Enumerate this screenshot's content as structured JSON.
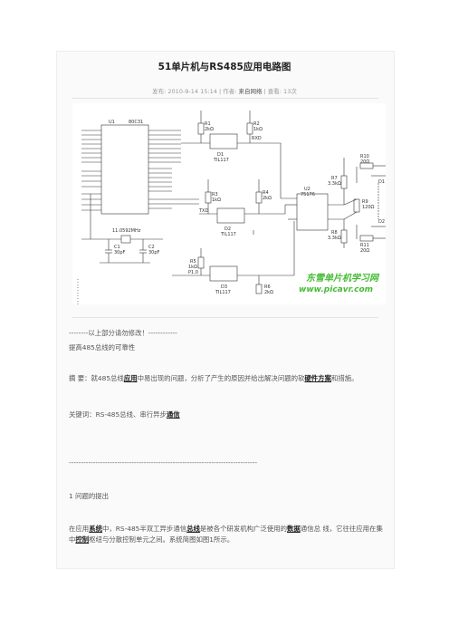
{
  "article": {
    "title": "51单片机与RS485应用电路图",
    "meta_published": "发布: 2010-9-14 15:14",
    "meta_author_label": "| 作者:",
    "meta_author": "来自网络",
    "meta_views": "| 查看: 13次"
  },
  "schematic": {
    "chip_u1_label": "U1",
    "chip_u1_name": "80C31",
    "chip_u2_label": "U2",
    "chip_u2_name": "75176",
    "r1": "R1",
    "r1v": "2kΩ",
    "r2": "R2",
    "r2v": "1kΩ",
    "r3": "R3",
    "r3v": "1kΩ",
    "r4": "R4",
    "r4v": "2kΩ",
    "r5": "R5",
    "r5v": "1kΩ",
    "r6": "R6",
    "r6v": "2kΩ",
    "r7": "R7",
    "r7v": "3.3kΩ",
    "r8": "R8",
    "r8v": "3.3kΩ",
    "r9": "R9",
    "r9v": "120Ω",
    "r10": "R10",
    "r10v": "20Ω",
    "r11": "R11",
    "r11v": "20Ω",
    "d1": "D1",
    "d1n": "TIL117",
    "d2": "D2",
    "d2n": "TIL117",
    "d3": "D3",
    "d3n": "TIL117",
    "crystal": "11.0592MHz",
    "c1": "C1",
    "c1v": "30pF",
    "c2": "C2",
    "c2v": "30pF",
    "rxd": "RXD",
    "txd": "TXD",
    "p10": "P1.0",
    "dd1": "D1",
    "dd2": "D2",
    "watermark_cn": "东雪单片机学习网",
    "watermark_url": "www.picavr.com"
  },
  "body": {
    "notice": "--------以上部分请勿修改！------------",
    "heading": "提高485总线的可靠性",
    "abstract_a": "摘 要：就485总线",
    "abstract_b": "应用",
    "abstract_c": "中易出现的问题，分析了产生的原因并给出解决问题的软",
    "abstract_d": "硬件方案",
    "abstract_e": "和措施。",
    "keywords_a": "关键词：RS-485总线、串行异步",
    "keywords_b": "通信",
    "divider": "------------------------------------------------------------------------------",
    "section1": "1  问题的提出",
    "para_a": "在应用",
    "para_b": "系统",
    "para_c": "中，RS-485半双工异步通信",
    "para_d": "总线",
    "para_e": "是被各个研发机构广泛使用的",
    "para_f": "数据",
    "para_g": "通信总  线，它往往应用在集中",
    "para_h": "控制",
    "para_i": "枢纽与分散控制单元之间。系统简图如图1所示。"
  }
}
